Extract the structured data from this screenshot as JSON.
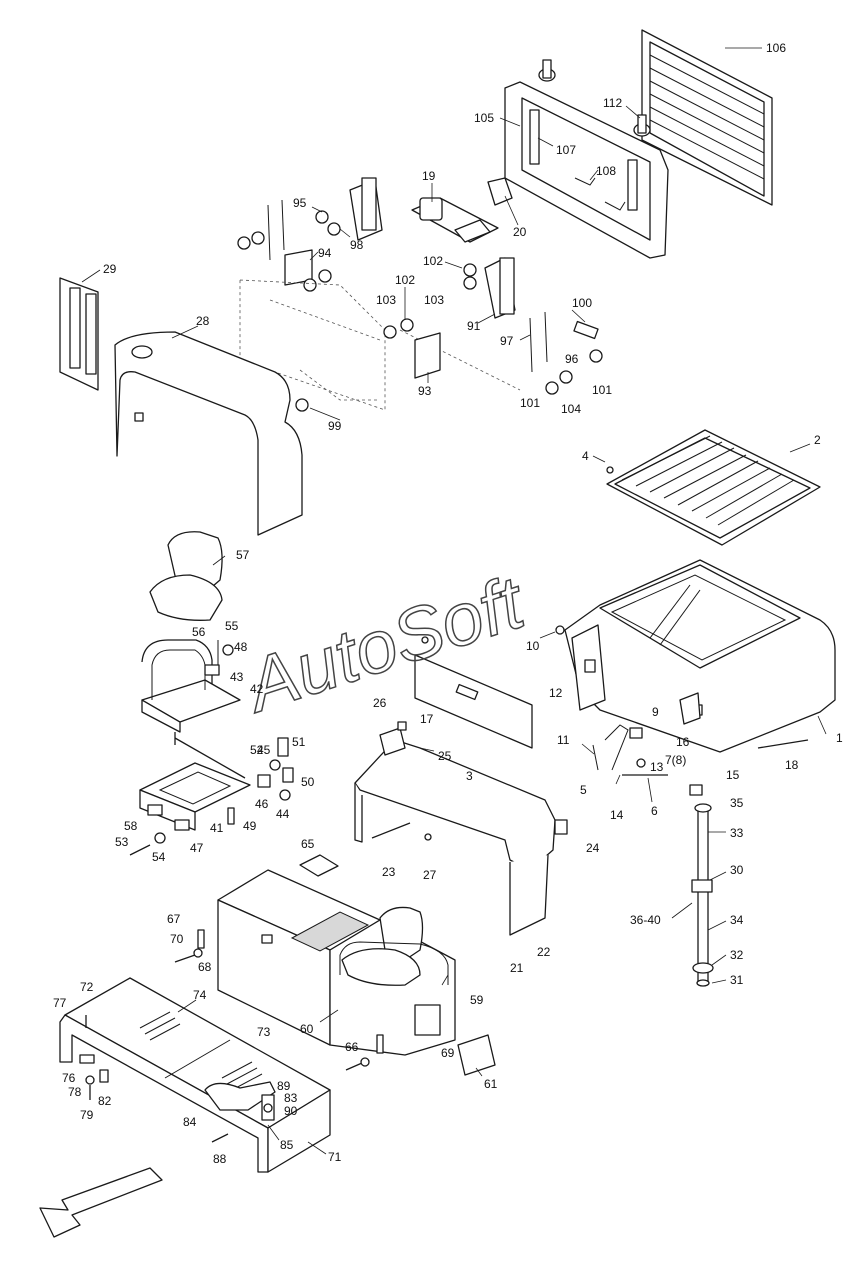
{
  "watermark": "AutoSoft",
  "callouts": [
    "106",
    "112",
    "105",
    "107",
    "108",
    "19",
    "20",
    "95",
    "98",
    "94",
    "29",
    "102",
    "103",
    "100",
    "91",
    "97",
    "96",
    "28",
    "93",
    "101",
    "104",
    "99",
    "4",
    "2",
    "57",
    "10",
    "56",
    "55",
    "48",
    "43",
    "42",
    "12",
    "26",
    "17",
    "9",
    "16",
    "1",
    "25",
    "11",
    "7(8)",
    "13",
    "18",
    "3",
    "45",
    "52",
    "51",
    "5",
    "14",
    "6",
    "15",
    "35",
    "50",
    "46",
    "44",
    "58",
    "41",
    "49",
    "47",
    "53",
    "54",
    "23",
    "24",
    "27",
    "33",
    "65",
    "30",
    "36-40",
    "34",
    "67",
    "70",
    "68",
    "21",
    "22",
    "32",
    "31",
    "59",
    "72",
    "74",
    "77",
    "73",
    "60",
    "66",
    "69",
    "76",
    "78",
    "82",
    "89",
    "83",
    "79",
    "84",
    "90",
    "61",
    "88",
    "85",
    "71"
  ]
}
